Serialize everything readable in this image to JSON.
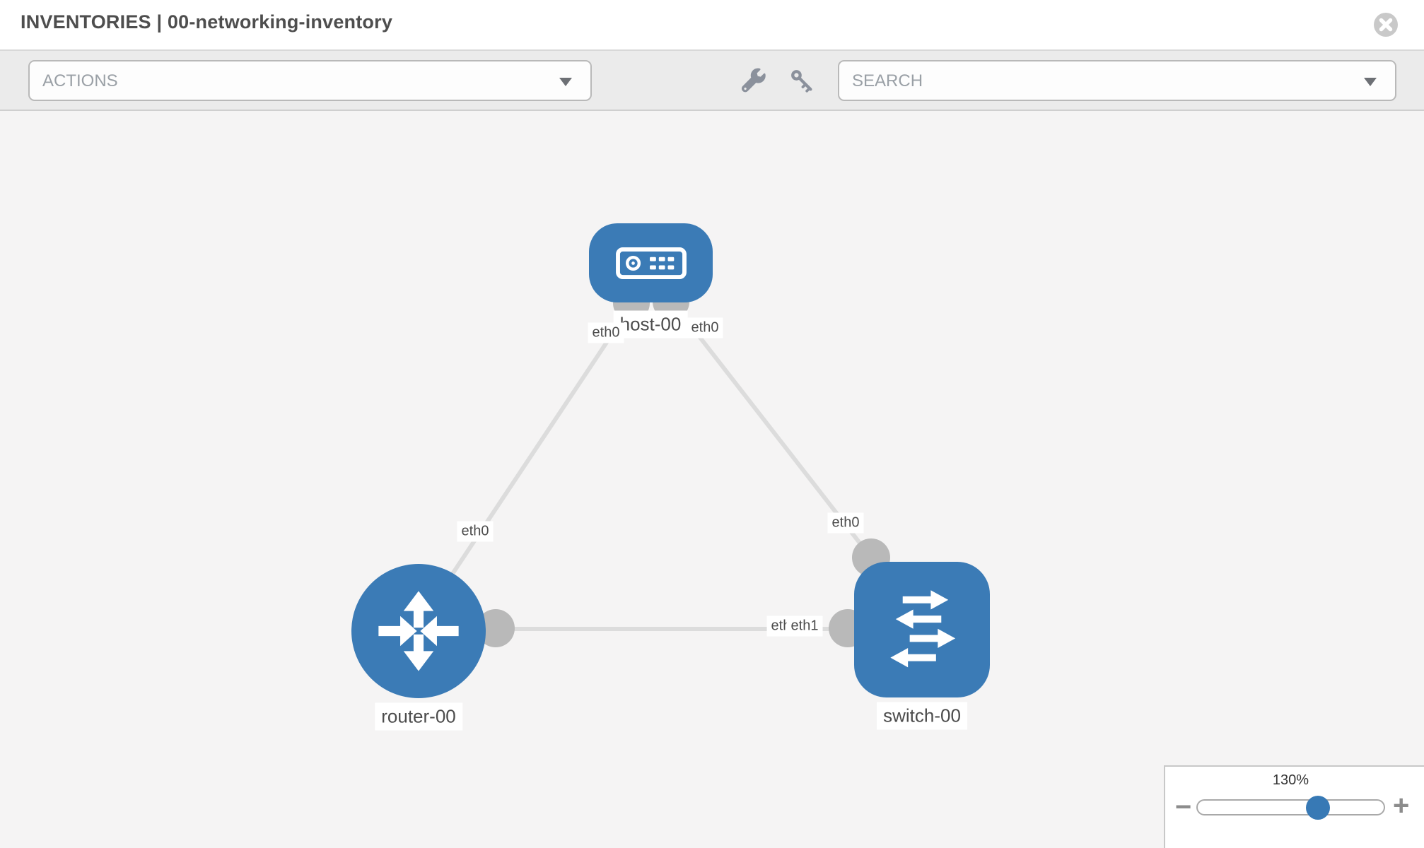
{
  "header": {
    "title": "INVENTORIES | 00-networking-inventory"
  },
  "toolbar": {
    "actions_label": "ACTIONS",
    "search_label": "SEARCH"
  },
  "colors": {
    "node_blue": "#3b7bb6",
    "port_gray": "#b9b9b9",
    "link_gray": "#dcdcdc",
    "toolbar_gray": "#ebebeb",
    "canvas_gray": "#f5f4f4"
  },
  "topology": {
    "nodes": [
      {
        "id": "host-00",
        "type": "host",
        "label": "host-00",
        "interfaces": [
          "eth0",
          "eth0"
        ]
      },
      {
        "id": "router-00",
        "type": "router",
        "label": "router-00",
        "interfaces": [
          "eth0"
        ]
      },
      {
        "id": "switch-00",
        "type": "switch",
        "label": "switch-00",
        "interfaces": [
          "eth0",
          "eth1"
        ]
      }
    ],
    "links": [
      {
        "from": "host-00",
        "from_if": "eth0",
        "to": "router-00",
        "to_if": "eth0"
      },
      {
        "from": "host-00",
        "from_if": "eth0",
        "to": "switch-00",
        "to_if": "eth0"
      },
      {
        "from": "router-00",
        "from_if": "eth0",
        "to": "switch-00",
        "to_if": "eth1"
      }
    ],
    "labels": {
      "host_if_left": "eth0",
      "host_if_right": "eth0",
      "router_if": "eth0",
      "switch_if_top": "eth0",
      "switch_if_mid_back": "eth0",
      "switch_if_mid_front": "eth1"
    }
  },
  "zoom_control": {
    "level": "130%",
    "minus": "−",
    "plus": "+"
  }
}
